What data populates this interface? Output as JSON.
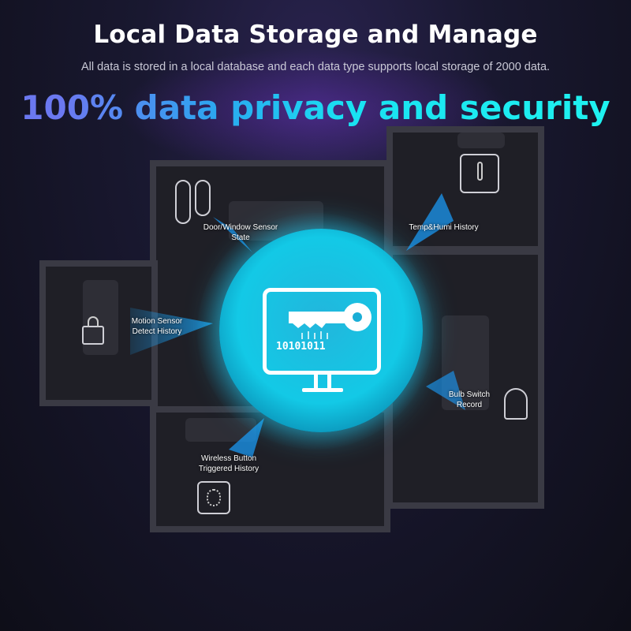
{
  "header": {
    "title": "Local Data Storage and Manage",
    "subtitle": "All data is stored in a local database and each data type supports local storage of 2000 data.",
    "headline": "100% data privacy and security"
  },
  "center": {
    "binary": "10101011",
    "icon": "monitor-key-icon"
  },
  "labels": {
    "door_window": "Door/Window Sensor State",
    "temp_humi": "Temp&Humi History",
    "motion": "Motion Sensor Detect History",
    "bulb": "Bulb Switch Record",
    "button": "Wireless Button Triggered History"
  },
  "colors": {
    "accent_cyan": "#19e2f2",
    "accent_blue": "#6b78f0"
  }
}
